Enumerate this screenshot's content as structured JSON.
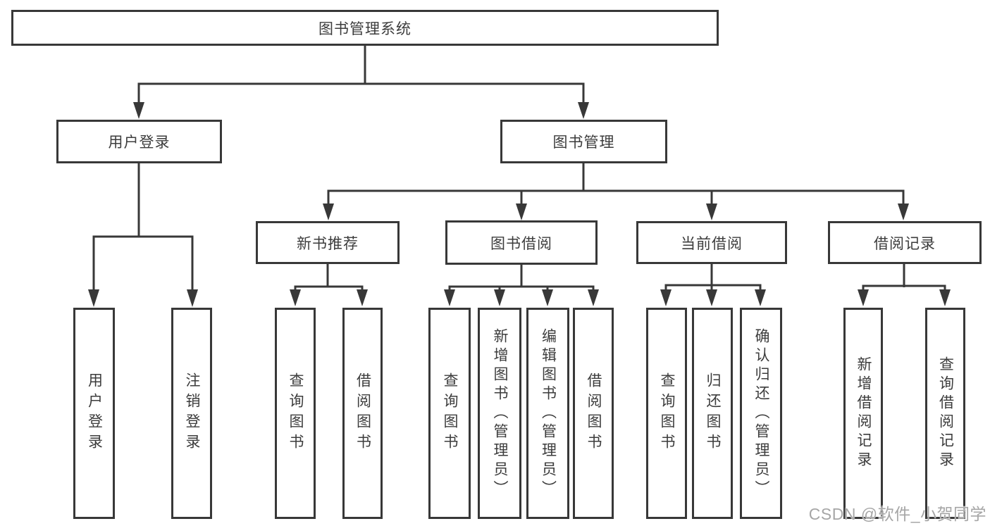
{
  "diagram": {
    "title": "图书管理系统",
    "branches": {
      "user_login": {
        "label": "用户登录",
        "children": [
          "用户登录",
          "注销登录"
        ]
      },
      "book_mgmt": {
        "label": "图书管理"
      },
      "new_book": {
        "label": "新书推荐",
        "children": [
          "查询图书",
          "借阅图书"
        ]
      },
      "borrow": {
        "label": "图书借阅",
        "children": [
          "查询图书",
          "新增图书（管理员）",
          "编辑图书（管理员）",
          "借阅图书"
        ]
      },
      "current": {
        "label": "当前借阅",
        "children": [
          "查询图书",
          "归还图书",
          "确认归还（管理员）"
        ]
      },
      "records": {
        "label": "借阅记录",
        "children": [
          "新增借阅记录",
          "查询借阅记录"
        ]
      }
    }
  },
  "watermark": "CSDN @软件_小贺同学",
  "colors": {
    "line": "#383838",
    "text": "#3c3c3c",
    "watermark": "#a6a6a6",
    "background": "#ffffff"
  }
}
